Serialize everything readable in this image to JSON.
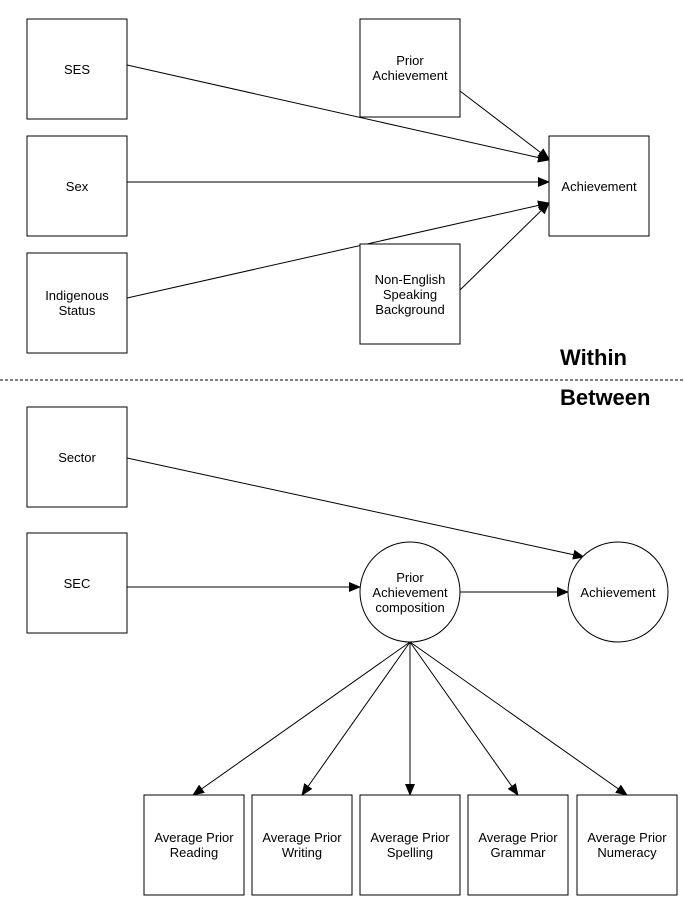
{
  "sections": {
    "within": "Within",
    "between": "Between"
  },
  "nodes": {
    "ses": "SES",
    "sex": "Sex",
    "indigenous": "Indigenous\nStatus",
    "prior_ach": "Prior\nAchievement",
    "nesb": "Non-English\nSpeaking\nBackground",
    "ach_within": "Achievement",
    "sector": "Sector",
    "sec": "SEC",
    "prior_comp": "Prior\nAchievement\ncomposition",
    "ach_between": "Achievement",
    "reading": "Average Prior\nReading",
    "writing": "Average Prior\nWriting",
    "spelling": "Average Prior\nSpelling",
    "grammar": "Average Prior\nGrammar",
    "numeracy": "Average Prior\nNumeracy"
  },
  "edges": [
    [
      "ses",
      "ach_within"
    ],
    [
      "sex",
      "ach_within"
    ],
    [
      "indigenous",
      "ach_within"
    ],
    [
      "prior_ach",
      "ach_within"
    ],
    [
      "nesb",
      "ach_within"
    ],
    [
      "sector",
      "ach_between"
    ],
    [
      "sec",
      "prior_comp"
    ],
    [
      "prior_comp",
      "ach_between"
    ],
    [
      "prior_comp",
      "reading"
    ],
    [
      "prior_comp",
      "writing"
    ],
    [
      "prior_comp",
      "spelling"
    ],
    [
      "prior_comp",
      "grammar"
    ],
    [
      "prior_comp",
      "numeracy"
    ]
  ]
}
